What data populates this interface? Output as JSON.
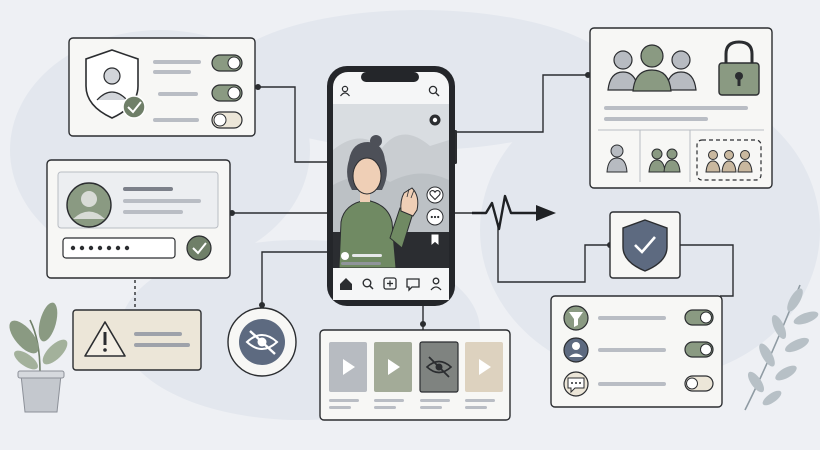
{
  "colors": {
    "background": "#eef0f4",
    "blob": "#e3e7ee",
    "panel": "#f7f7f5",
    "outline": "#2b2d30",
    "bar": "#b9bdc4",
    "sage": "#8a9a82",
    "sage_dark": "#5f6e58",
    "shield_blue": "#5d6a80",
    "warning_beige": "#ece6d8",
    "skin": "#efcfb6",
    "hair": "#4d5058",
    "sweater": "#708a63",
    "tan": "#c9b89f"
  },
  "icons": [
    "shield-user-icon",
    "check-circle-icon",
    "toggle-on-icon",
    "toggle-off-icon",
    "user-avatar-icon",
    "password-dots-icon",
    "warning-triangle-icon",
    "eye-off-icon",
    "group-icon",
    "padlock-icon",
    "heartbeat-arrow-icon",
    "shield-check-icon",
    "filter-icon",
    "comment-icon",
    "play-icon",
    "heart-icon",
    "bookmark-icon",
    "home-icon",
    "search-icon",
    "plus-icon",
    "profile-icon",
    "plant-icon",
    "leaf-branch-icon"
  ],
  "privacy_panel": {
    "toggles": [
      true,
      true,
      false
    ]
  },
  "filter_panel": {
    "toggles": [
      true,
      true,
      false
    ]
  },
  "video_grid": {
    "thumbnails": [
      "play",
      "play",
      "hidden",
      "play"
    ]
  },
  "audience_panel": {
    "tiers": [
      "single",
      "group",
      "large-group-selected"
    ]
  }
}
